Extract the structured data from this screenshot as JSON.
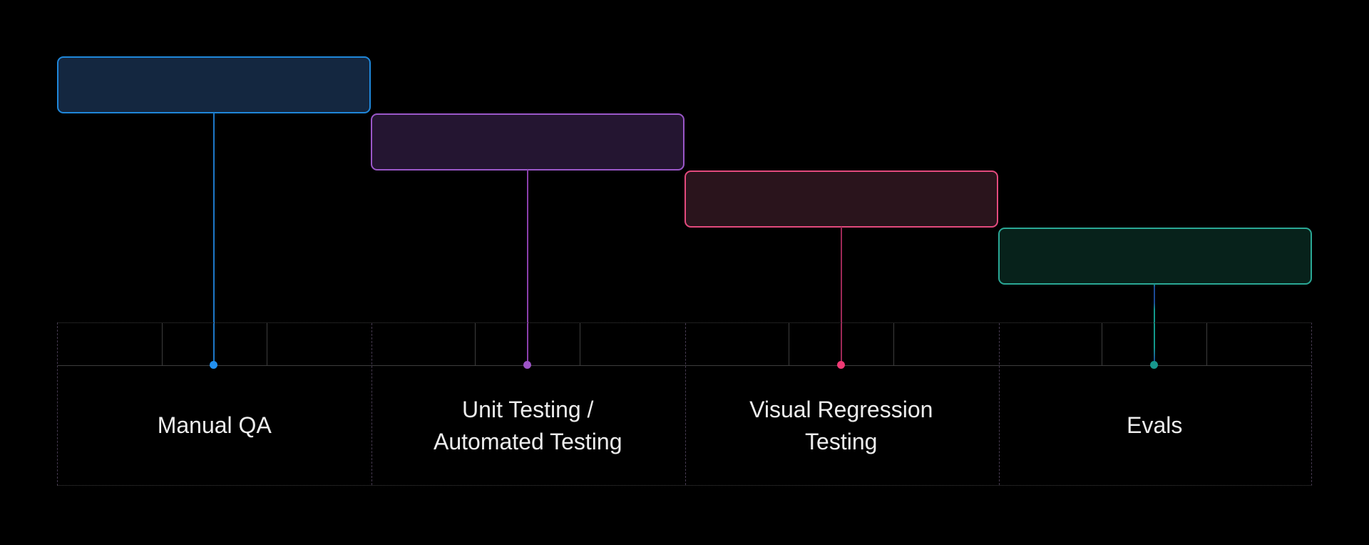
{
  "canvas": {
    "background": "#000000"
  },
  "diagram": {
    "stages": [
      {
        "label": "Manual QA",
        "lines": [
          "Manual QA"
        ],
        "box_border": "#1f87da",
        "box_fill": "#142740",
        "line_color": "#1d78c8",
        "line_accent": "#1d78c8",
        "dot_color": "#2290f0"
      },
      {
        "label": "Unit Testing / Automated Testing",
        "lines": [
          "Unit Testing /",
          "Automated Testing"
        ],
        "box_border": "#9a57c8",
        "box_fill": "#241531",
        "line_color": "#8a3fab",
        "line_accent": "#8a3fab",
        "dot_color": "#9d54c6"
      },
      {
        "label": "Visual Regression Testing",
        "lines": [
          "Visual Regression",
          "Testing"
        ],
        "box_border": "#e34a7d",
        "box_fill": "#2a141c",
        "line_color": "#9c2857",
        "line_accent": "#9c2857",
        "dot_color": "#ee3a74"
      },
      {
        "label": "Evals",
        "lines": [
          "Evals"
        ],
        "box_border": "#2aa795",
        "box_fill": "#07221b",
        "line_color": "#12998b",
        "line_accent": "#1b4a97",
        "dot_color": "#17968c"
      }
    ],
    "grid": {
      "line_color": "#3d3d3d",
      "separator_color": "#463a50",
      "text_color": "#ededed",
      "ticks_per_section": 3,
      "sections": 4
    }
  }
}
